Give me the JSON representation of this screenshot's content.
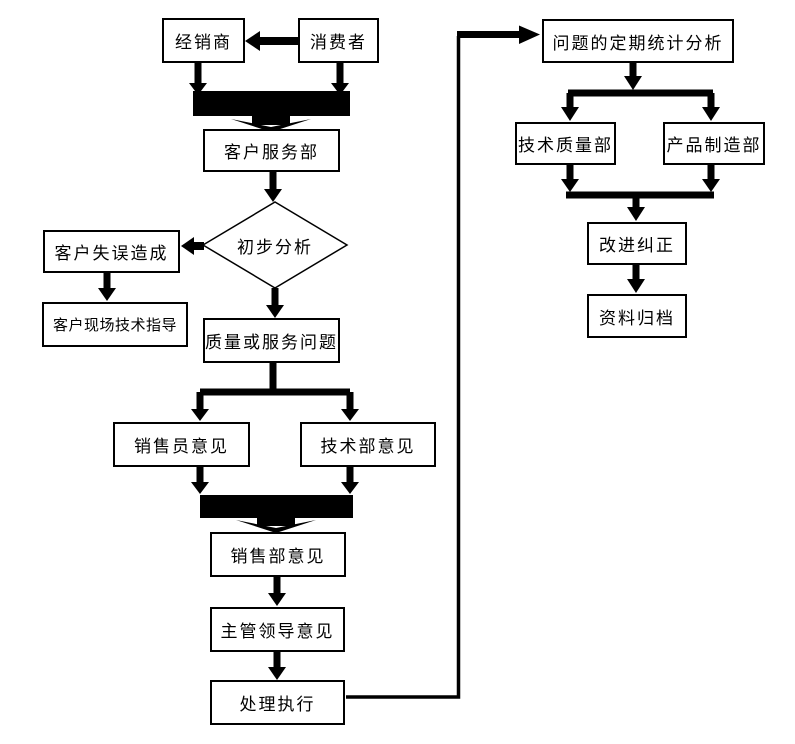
{
  "diagram": {
    "type": "flowchart",
    "language": "zh-CN",
    "colors": {
      "line": "#000000",
      "box_fill": "#ffffff",
      "box_border": "#000000",
      "background": "#ffffff"
    },
    "nodes": {
      "distributor": {
        "label": "经销商"
      },
      "consumer": {
        "label": "消费者"
      },
      "customer_service": {
        "label": "客户服务部"
      },
      "preliminary_analysis": {
        "label": "初步分析"
      },
      "customer_error": {
        "label": "客户失误造成"
      },
      "onsite_guidance": {
        "label": "客户现场技术指导"
      },
      "quality_issue": {
        "label": "质量或服务问题"
      },
      "salesperson_opinion": {
        "label": "销售员意见"
      },
      "tech_dept_opinion": {
        "label": "技术部意见"
      },
      "sales_dept_opinion": {
        "label": "销售部意见"
      },
      "supervisor_opinion": {
        "label": "主管领导意见"
      },
      "execution": {
        "label": "处理执行"
      },
      "stats_analysis": {
        "label": "问题的定期统计分析"
      },
      "tech_quality_dept": {
        "label": "技术质量部"
      },
      "product_mfg_dept": {
        "label": "产品制造部"
      },
      "improvement": {
        "label": "改进纠正"
      },
      "archive": {
        "label": "资料归档"
      }
    },
    "edges": [
      {
        "from": "消费者",
        "to": "经销商"
      },
      {
        "from": "经销商",
        "to": "客户服务部"
      },
      {
        "from": "消费者",
        "to": "客户服务部"
      },
      {
        "from": "客户服务部",
        "to": "初步分析"
      },
      {
        "from": "初步分析",
        "to": "客户失误造成"
      },
      {
        "from": "客户失误造成",
        "to": "客户现场技术指导"
      },
      {
        "from": "初步分析",
        "to": "质量或服务问题"
      },
      {
        "from": "质量或服务问题",
        "to": "销售员意见"
      },
      {
        "from": "质量或服务问题",
        "to": "技术部意见"
      },
      {
        "from": "销售员意见",
        "to": "销售部意见"
      },
      {
        "from": "技术部意见",
        "to": "销售部意见"
      },
      {
        "from": "销售部意见",
        "to": "主管领导意见"
      },
      {
        "from": "主管领导意见",
        "to": "处理执行"
      },
      {
        "from": "处理执行",
        "to": "问题的定期统计分析"
      },
      {
        "from": "问题的定期统计分析",
        "to": "技术质量部"
      },
      {
        "from": "问题的定期统计分析",
        "to": "产品制造部"
      },
      {
        "from": "技术质量部",
        "to": "改进纠正"
      },
      {
        "from": "产品制造部",
        "to": "改进纠正"
      },
      {
        "from": "改进纠正",
        "to": "资料归档"
      }
    ]
  }
}
